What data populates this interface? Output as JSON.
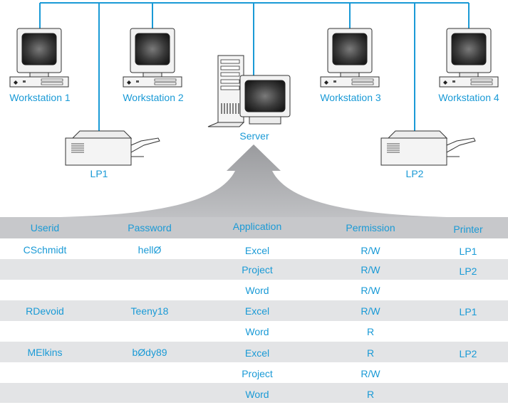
{
  "nodes": {
    "workstation_1": "Workstation 1",
    "workstation_2": "Workstation 2",
    "workstation_3": "Workstation 3",
    "workstation_4": "Workstation 4",
    "server": "Server",
    "lp1": "LP1",
    "lp2": "LP2"
  },
  "table": {
    "headers": [
      "Userid",
      "Password",
      "Application",
      "Permission",
      "Printer"
    ],
    "rows": [
      [
        "CSchmidt",
        "hellØ",
        "Excel",
        "R/W",
        "LP1"
      ],
      [
        "",
        "",
        "Project",
        "R/W",
        "LP2"
      ],
      [
        "",
        "",
        "Word",
        "R/W",
        ""
      ],
      [
        "RDevoid",
        "Teeny18",
        "Excel",
        "R/W",
        "LP1"
      ],
      [
        "",
        "",
        "Word",
        "R",
        ""
      ],
      [
        "MElkins",
        "bØdy89",
        "Excel",
        "R",
        "LP2"
      ],
      [
        "",
        "",
        "Project",
        "R/W",
        ""
      ],
      [
        "",
        "",
        "Word",
        "R",
        ""
      ]
    ]
  },
  "colors": {
    "line": "#1a9ad6",
    "text": "#1a9ad6",
    "arrow": "#a8a9ac",
    "header_row": "#c7c8cb",
    "shaded_row": "#e3e4e6"
  }
}
